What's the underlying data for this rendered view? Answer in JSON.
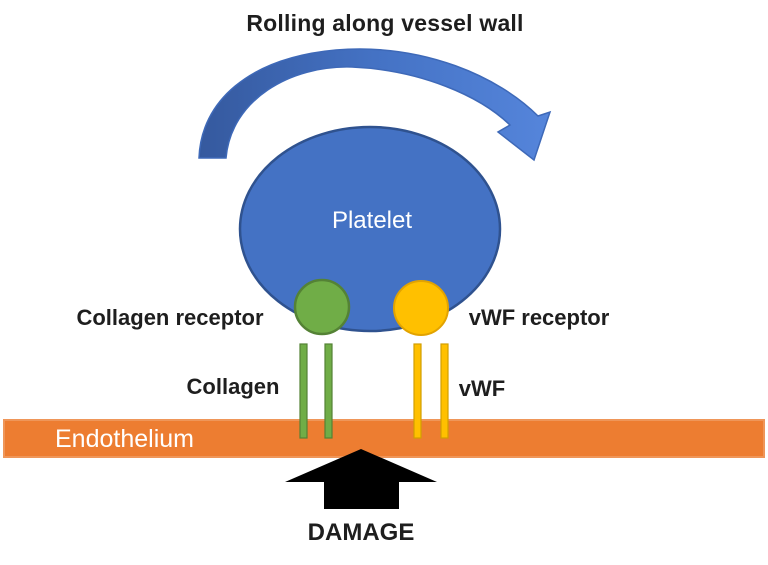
{
  "diagram": {
    "title": "Rolling along vessel wall",
    "platelet": {
      "label": "Platelet",
      "fill": "#4472C4",
      "border": "#2F528F"
    },
    "rolling_arrow": {
      "name": "rolling-direction-arrow",
      "fill_left": "#35599E",
      "fill_mid": "#4472C4",
      "fill_right": "#5585DB",
      "border": "#3E69B8"
    },
    "collagen_receptor": {
      "label": "Collagen receptor",
      "fill": "#70AD47",
      "border": "#548235"
    },
    "vwf_receptor": {
      "label": "vWF receptor",
      "fill": "#FFC000",
      "border": "#E2A300"
    },
    "collagen_strands": {
      "label": "Collagen",
      "fill": "#70AD47",
      "border": "#548235"
    },
    "vwf_strands": {
      "label": "vWF",
      "fill": "#FFC000",
      "border": "#D39E00"
    },
    "endothelium": {
      "label": "Endothelium",
      "fill": "#ED7D31",
      "border": "#EF9659",
      "text_color": "#FFFFFF"
    },
    "damage": {
      "label": "DAMAGE",
      "fill": "#000000"
    },
    "text_color": "#1E1E1E"
  }
}
